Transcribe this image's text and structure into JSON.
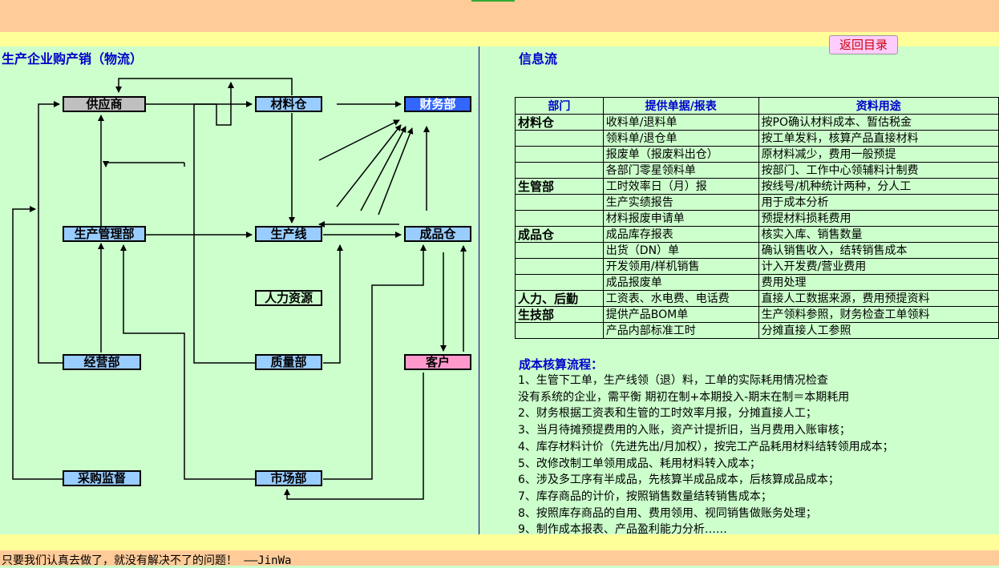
{
  "page": {
    "left_title": "生产企业购产销（物流）",
    "right_title": "信息流",
    "return_button": "返回目录",
    "footer": "只要我们认真去做了，就没有解决不了的问题！ ——JinWa"
  },
  "colors": {
    "header_band": "#ffcc99",
    "yellow_band": "#ffff99",
    "body_background": "#ccffcc",
    "title_blue": "#0000cc",
    "node_blue": "#99ccff",
    "node_gray": "#c0c0c0",
    "node_finance": "#3366ff",
    "node_customer": "#ff99cc",
    "node_hr": "#ccffcc"
  },
  "diagram": {
    "nodes": {
      "supplier": "供应商",
      "warehouse": "材料仓",
      "finance": "财务部",
      "production_mgmt": "生产管理部",
      "production_line": "生产线",
      "finished_goods": "成品仓",
      "hr": "人力资源",
      "business": "经营部",
      "quality": "质量部",
      "customer": "客户",
      "purchasing": "采购监督",
      "market": "市场部"
    }
  },
  "info_table": {
    "headers": [
      "部门",
      "提供单据/报表",
      "资料用途"
    ],
    "rows": [
      {
        "dept": "材料仓",
        "doc": "收料单/退料单",
        "use": "按PO确认材料成本、暂估税金"
      },
      {
        "dept": "",
        "doc": "领料单/退仓单",
        "use": "按工单发料，核算产品直接材料"
      },
      {
        "dept": "",
        "doc": "报废单（报废料出仓）",
        "use": "原材料减少，费用一般预提"
      },
      {
        "dept": "",
        "doc": "各部门零星领料单",
        "use": "按部门、工作中心领辅料计制费"
      },
      {
        "dept": "生管部",
        "doc": "工时效率日（月）报",
        "use": "按线号/机种统计两种，分人工"
      },
      {
        "dept": "",
        "doc": "生产实绩报告",
        "use": "用于成本分析"
      },
      {
        "dept": "",
        "doc": "材料报废申请单",
        "use": "预提材料损耗费用"
      },
      {
        "dept": "成品仓",
        "doc": "成品库存报表",
        "use": "核实入库、销售数量"
      },
      {
        "dept": "",
        "doc": "出货（DN）单",
        "use": "确认销售收入，结转销售成本"
      },
      {
        "dept": "",
        "doc": "开发领用/样机销售",
        "use": "计入开发费/营业费用"
      },
      {
        "dept": "",
        "doc": "成品报废单",
        "use": "费用处理"
      },
      {
        "dept": "人力、后勤",
        "doc": "工资表、水电费、电话费",
        "use": "直接人工数据来源，费用预提资料"
      },
      {
        "dept": "生技部",
        "doc": "提供产品BOM单",
        "use": "生产领料参照，财务检查工单领料"
      },
      {
        "dept": "",
        "doc": "产品内部标准工时",
        "use": "分摊直接人工参照"
      }
    ]
  },
  "cost_flow": {
    "title": "成本核算流程：",
    "steps": [
      "1、生管下工单，生产线领（退）料，工单的实际耗用情况检查",
      "没有系统的企业，需平衡 期初在制+本期投入-期末在制＝本期耗用",
      "2、财务根据工资表和生管的工时效率月报，分摊直接人工；",
      "3、当月待摊预提费用的入账，资产计提折旧，当月费用入账审核；",
      "4、库存材料计价（先进先出/月加权），按完工产品耗用材料结转领用成本；",
      "5、改修改制工单领用成品、耗用材料转入成本；",
      "6、涉及多工序有半成品，先核算半成品成本，后核算成品成本；",
      "7、库存商品的计价，按照销售数量结转销售成本；",
      "8、按照库存商品的自用、费用领用、视同销售做账务处理；",
      "9、制作成本报表、产品盈利能力分析……"
    ]
  }
}
